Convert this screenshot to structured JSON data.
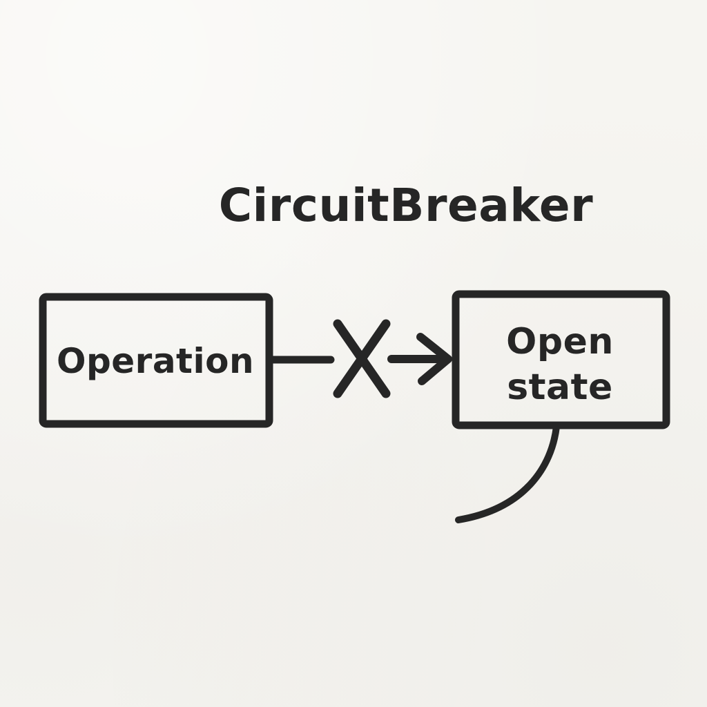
{
  "title": "CircuitBreaker",
  "diagram": {
    "operation_node": {
      "label": "Operation"
    },
    "open_state_node": {
      "label": "Open state",
      "lines": [
        "Open",
        "state"
      ]
    },
    "connector": {
      "from": "Operation",
      "to": "Open state",
      "failure_marker": "x-icon",
      "head": "right-arrow-icon"
    },
    "annotation": {
      "shape": "curved-stroke-from-open-state-bottom"
    }
  },
  "colors": {
    "ink": "#262626",
    "paper": "#f6f5f1"
  }
}
